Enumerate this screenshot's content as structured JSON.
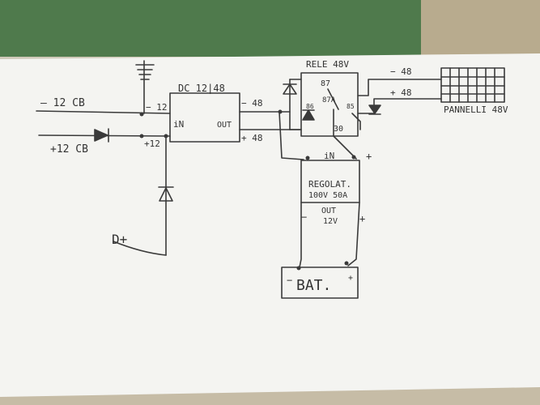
{
  "diagram": {
    "labels": {
      "minus12cb": "— 12 CB",
      "plus12cb": "+12 CB",
      "dplus": "D+",
      "minus12": "− 12",
      "plus12": "+12",
      "dc_title": "DC 12|48",
      "dc_in": "iN",
      "dc_out": "OUT",
      "minus48_out": "− 48",
      "plus48_out": "+ 48",
      "rele_title": "RELE 48V",
      "r87": "87",
      "r87a": "87A",
      "r30": "30",
      "r86": "86",
      "r85": "85",
      "reg_in": "iN",
      "reg_plus_in": "+",
      "reg_title": "REGOLAT.",
      "reg_spec": "100V 50A",
      "reg_out": "OUT",
      "reg_out_v": "12V",
      "reg_minus": "−",
      "reg_plus": "+",
      "bat": "BAT.",
      "bat_minus": "−",
      "bat_plus": "+",
      "pannelli": "PANNELLI 48V",
      "p_minus48": "− 48",
      "p_plus48": "+ 48"
    }
  }
}
